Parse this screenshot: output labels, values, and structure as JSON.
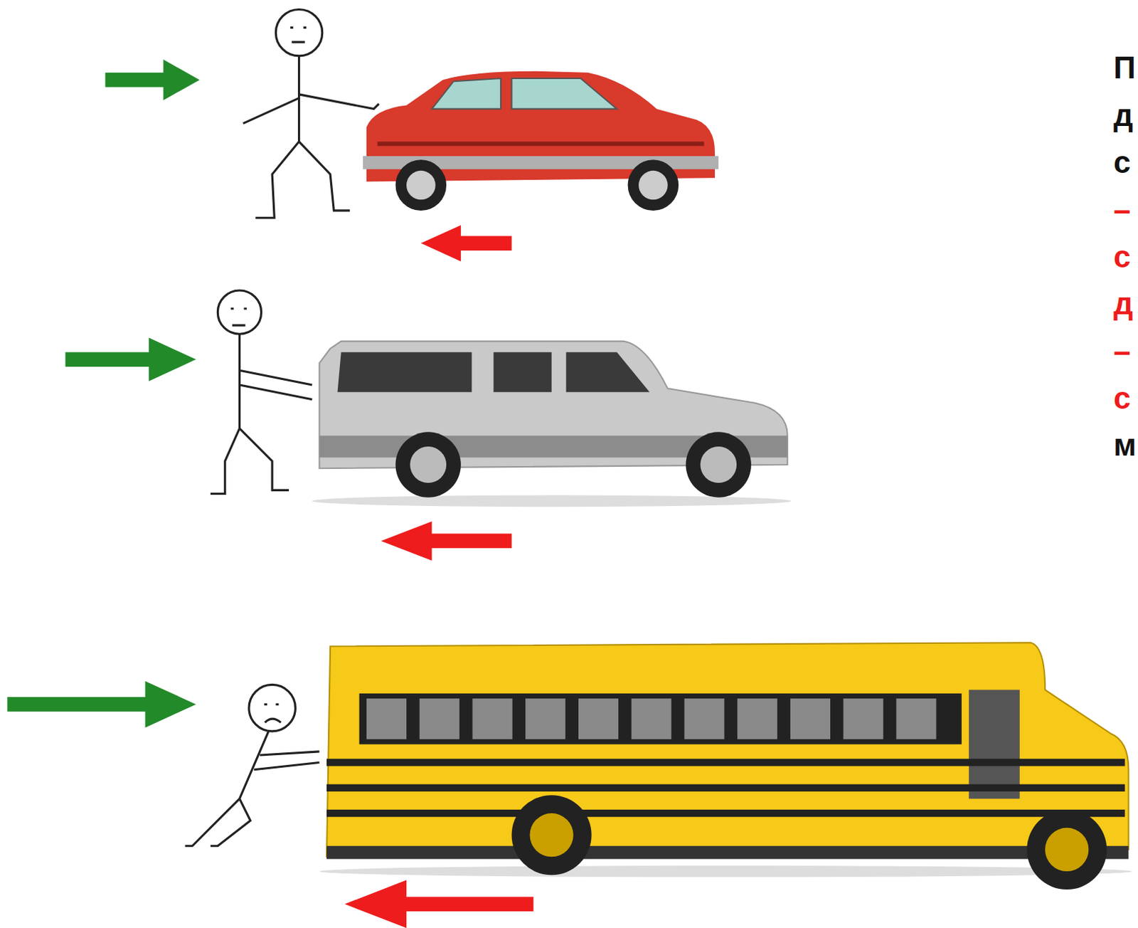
{
  "diagram": {
    "labels": [
      "П",
      "д",
      "с",
      "–",
      "с",
      "д",
      "–",
      "с",
      "м"
    ]
  }
}
